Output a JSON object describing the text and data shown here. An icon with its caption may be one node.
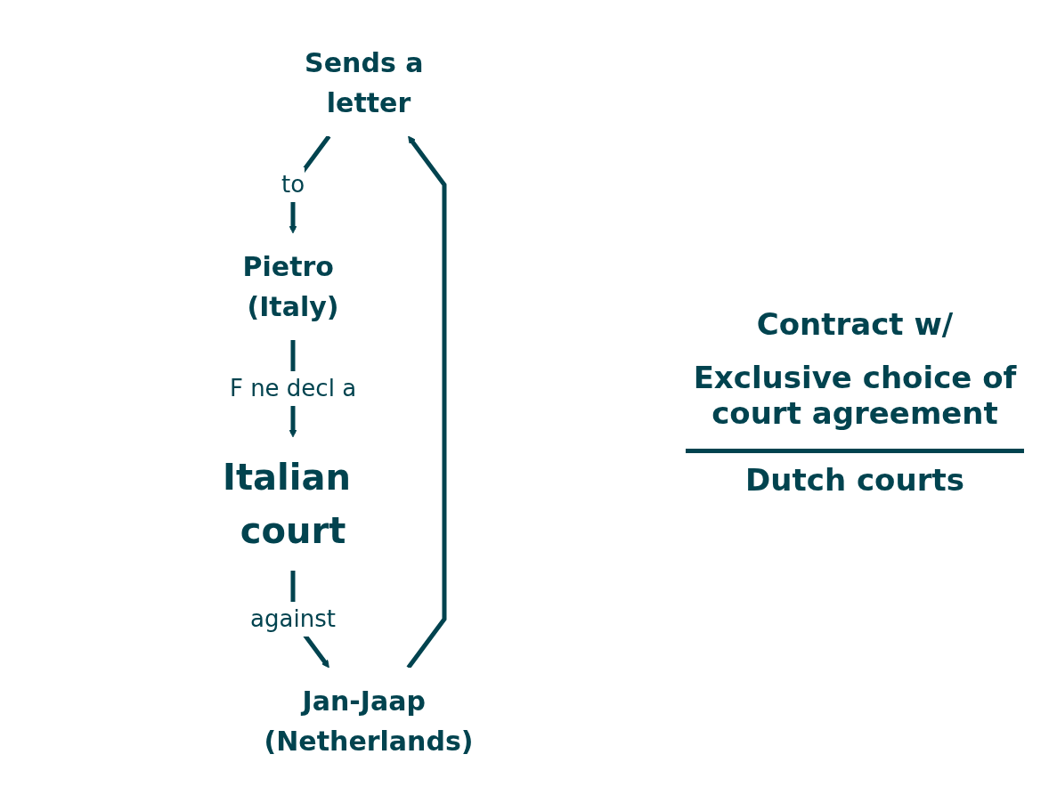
{
  "diagram": {
    "nodes": [
      {
        "text": [
          "Sends a letter"
        ]
      },
      {
        "text": [
          "Jan-Jaap (Netherlands)"
        ]
      },
      {
        "text": [
          "Pietro (Italy)"
        ]
      },
      {
        "text": [
          "Italian court"
        ]
      }
    ],
    "edges": [
      {
        "from": 1,
        "to": 0,
        "arrow": "to"
      },
      {
        "from": 0,
        "to": 2,
        "arrow": "to",
        "label": "to"
      },
      {
        "from": 2,
        "to": 3,
        "arrow": "to",
        "label": "F ne decl a"
      },
      {
        "from": 3,
        "to": 1,
        "arrow": "to",
        "label": "against"
      }
    ],
    "labels": [
      "Contract w/",
      "Exclusive choice of court agreement",
      "Dutch courts"
    ]
  }
}
